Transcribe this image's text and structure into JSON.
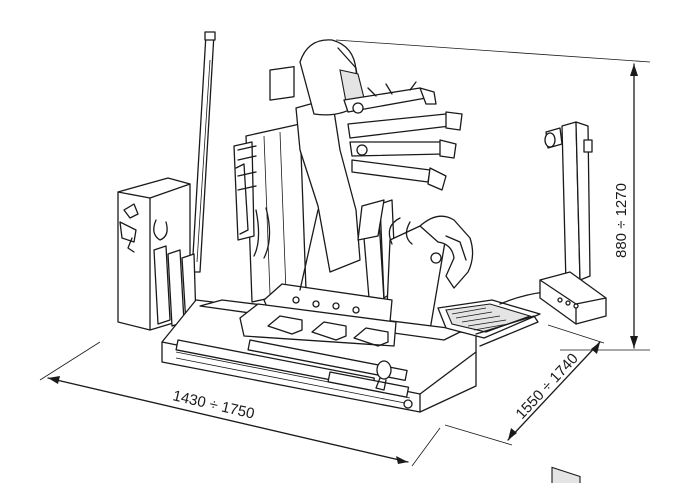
{
  "dimensions": {
    "width_label": "1430 ÷ 1750",
    "depth_label": "1550 ÷ 1740",
    "height_label": "880 ÷ 1270"
  },
  "colors": {
    "line": "#1a1a1a",
    "background": "#ffffff"
  }
}
